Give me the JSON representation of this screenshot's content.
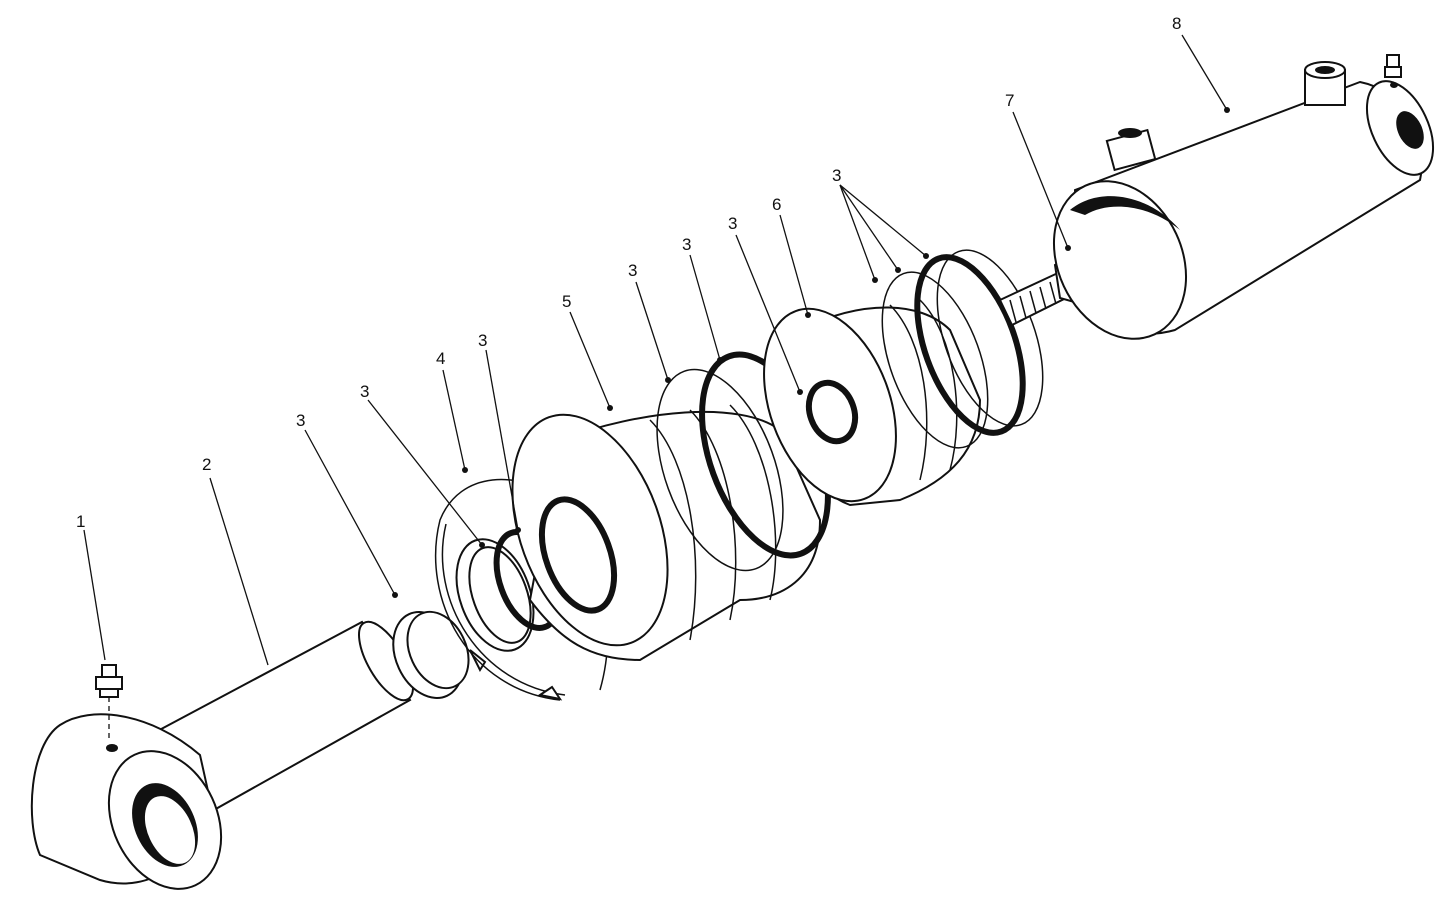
{
  "callouts": [
    {
      "id": "c1",
      "label": "1"
    },
    {
      "id": "c2",
      "label": "2"
    },
    {
      "id": "c3a",
      "label": "3"
    },
    {
      "id": "c3b",
      "label": "3"
    },
    {
      "id": "c4",
      "label": "4"
    },
    {
      "id": "c3c",
      "label": "3"
    },
    {
      "id": "c5",
      "label": "5"
    },
    {
      "id": "c3d",
      "label": "3"
    },
    {
      "id": "c3e",
      "label": "3"
    },
    {
      "id": "c3f",
      "label": "3"
    },
    {
      "id": "c6",
      "label": "6"
    },
    {
      "id": "c3g",
      "label": "3"
    },
    {
      "id": "c7",
      "label": "7"
    },
    {
      "id": "c8",
      "label": "8"
    }
  ]
}
